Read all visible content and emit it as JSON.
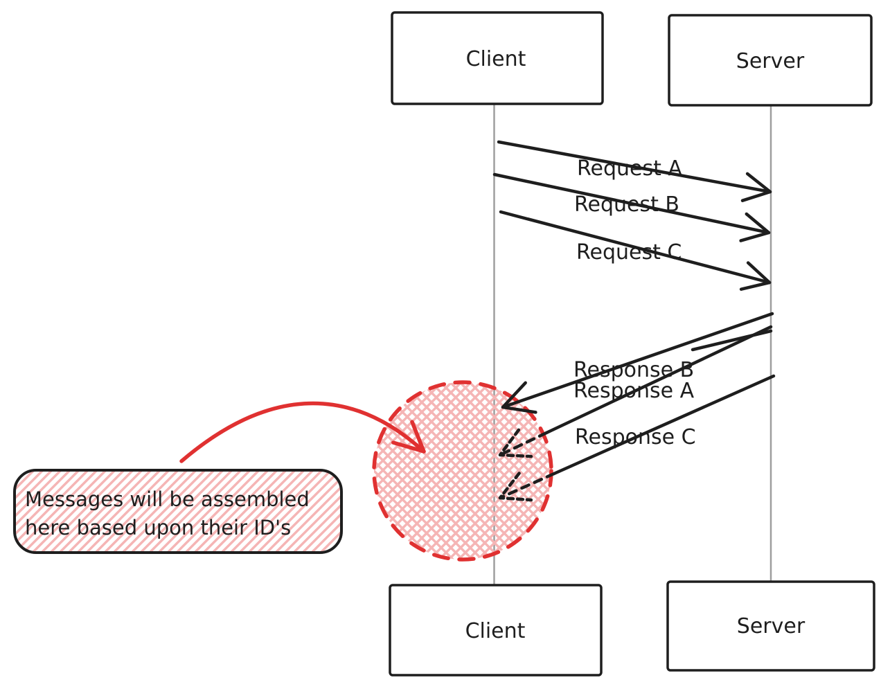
{
  "actors": {
    "top": [
      {
        "label": "Client"
      },
      {
        "label": "Server"
      }
    ],
    "bottom": [
      {
        "label": "Client"
      },
      {
        "label": "Server"
      }
    ]
  },
  "messages": {
    "requests": [
      {
        "label": "Request A"
      },
      {
        "label": "Request B"
      },
      {
        "label": "Request C"
      }
    ],
    "responses": [
      {
        "label": "Response B"
      },
      {
        "label": "Response A"
      },
      {
        "label": "Response C"
      }
    ]
  },
  "note": {
    "line1": "Messages will be assembled",
    "line2": "here based upon their ID's"
  },
  "colors": {
    "ink": "#1e1e1e",
    "lifeline": "#9e9e9e",
    "red": "#e03131",
    "hatch": "#f5b5b5"
  }
}
